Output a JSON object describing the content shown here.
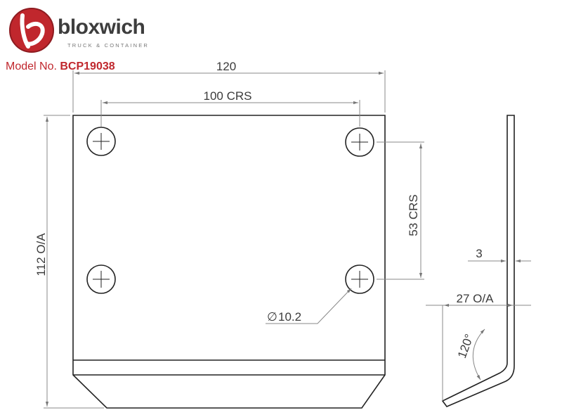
{
  "brand": {
    "name": "bloxwich",
    "tagline": "TRUCK & CONTAINER",
    "color": "#c0272d"
  },
  "model": {
    "label": "Model No.",
    "number": "BCP19038"
  },
  "dimensions": {
    "overall_width": "120",
    "hole_centres_width": "100 CRS",
    "hole_centres_height": "53 CRS",
    "overall_height": "112 O/A",
    "hole_diameter": "10.2",
    "diameter_symbol": "∅",
    "thickness": "3",
    "side_overall": "27 O/A",
    "bend_angle": "120°"
  }
}
